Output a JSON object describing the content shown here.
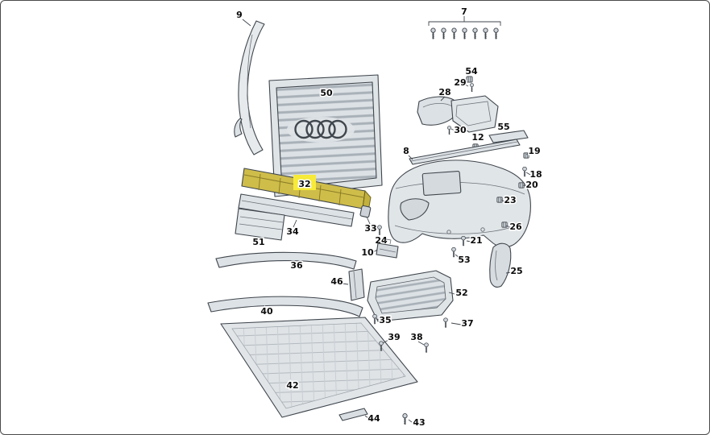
{
  "diagram": {
    "type": "exploded-parts-diagram",
    "subject": "front bumper assembly",
    "highlighted_part": "32",
    "colors": {
      "background": "#ffffff",
      "outline": "#3f464d",
      "part_fill": "#e0e5e8",
      "highlight_fill": "#cfbd4a",
      "highlight_marker": "#f7ea39",
      "label_color": "#0c0c0c"
    },
    "parts": {
      "p7": "7",
      "p8": "8",
      "p9": "9",
      "p10": "10",
      "p12": "12",
      "p18": "18",
      "p19": "19",
      "p20": "20",
      "p21": "21",
      "p23": "23",
      "p24": "24",
      "p25": "25",
      "p26": "26",
      "p28": "28",
      "p29": "29",
      "p30": "30",
      "p32": "32",
      "p33": "33",
      "p34": "34",
      "p35": "35",
      "p36": "36",
      "p37": "37",
      "p38": "38",
      "p39": "39",
      "p40": "40",
      "p42": "42",
      "p43": "43",
      "p44": "44",
      "p46": "46",
      "p50": "50",
      "p51": "51",
      "p52": "52",
      "p53": "53",
      "p54": "54",
      "p55": "55"
    }
  }
}
